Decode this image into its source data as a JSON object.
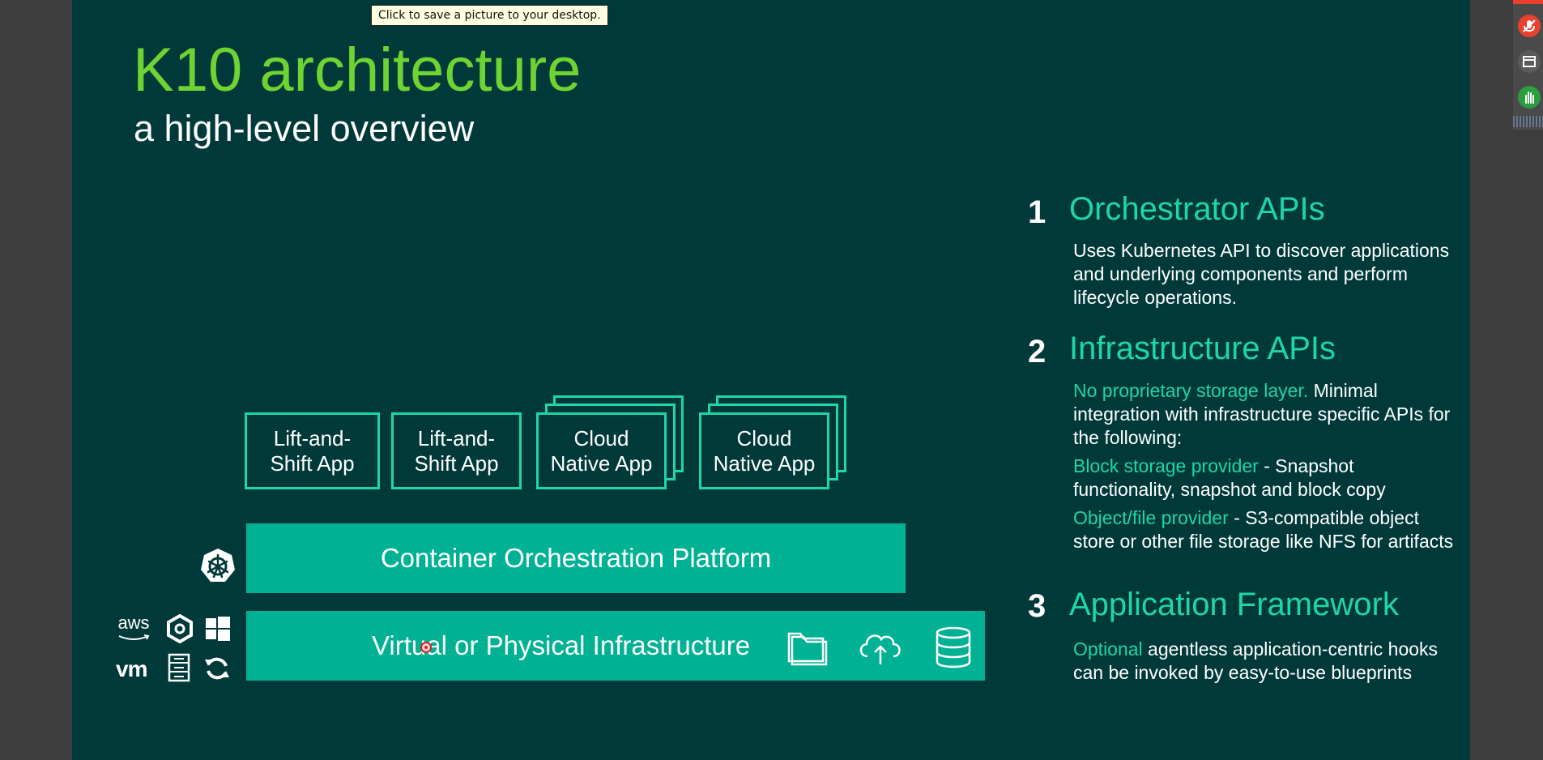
{
  "tooltip": "Click to save a picture to your desktop.",
  "slide": {
    "title": "K10 architecture",
    "subtitle": "a high-level overview"
  },
  "apps": [
    {
      "line1": "Lift-and-",
      "line2": "Shift App"
    },
    {
      "line1": "Lift-and-",
      "line2": "Shift App"
    },
    {
      "line1": "Cloud",
      "line2": "Native App"
    },
    {
      "line1": "Cloud",
      "line2": "Native App"
    }
  ],
  "layers": {
    "orchestration": "Container Orchestration Platform",
    "infrastructure": "Virtual or Physical Infrastructure"
  },
  "logos": {
    "aws": "aws",
    "vm": "vm"
  },
  "sections": [
    {
      "number": "1",
      "title": "Orchestrator APIs",
      "text": "Uses Kubernetes API to discover applications and underlying components and perform lifecycle operations."
    },
    {
      "number": "2",
      "title": "Infrastructure APIs",
      "p1_highlight": "No proprietary storage layer.",
      "p1_text": " Minimal integration with infrastructure specific APIs for the following:",
      "p2_highlight": "Block storage provider",
      "p2_text": " - Snapshot functionality, snapshot and block copy",
      "p3_highlight": "Object/file provider",
      "p3_text": " - S3-compatible object store or other file storage like NFS for artifacts"
    },
    {
      "number": "3",
      "title": "Application Framework",
      "p1_highlight": "Optional",
      "p1_text": " agentless application-centric hooks can be invoked by easy-to-use blueprints"
    }
  ],
  "colors": {
    "slide_bg": "#00393a",
    "title_green": "#6ed432",
    "accent_teal": "#1ed6a6",
    "bar_teal": "#00b293"
  },
  "icons": [
    "kubernetes-icon",
    "aws-logo",
    "openshift-icon",
    "windows-icon",
    "vmware-logo",
    "server-icon",
    "refresh-icon",
    "folder-icon",
    "cloud-upload-icon",
    "database-icon",
    "mute-mic-icon",
    "window-icon",
    "hand-icon"
  ]
}
